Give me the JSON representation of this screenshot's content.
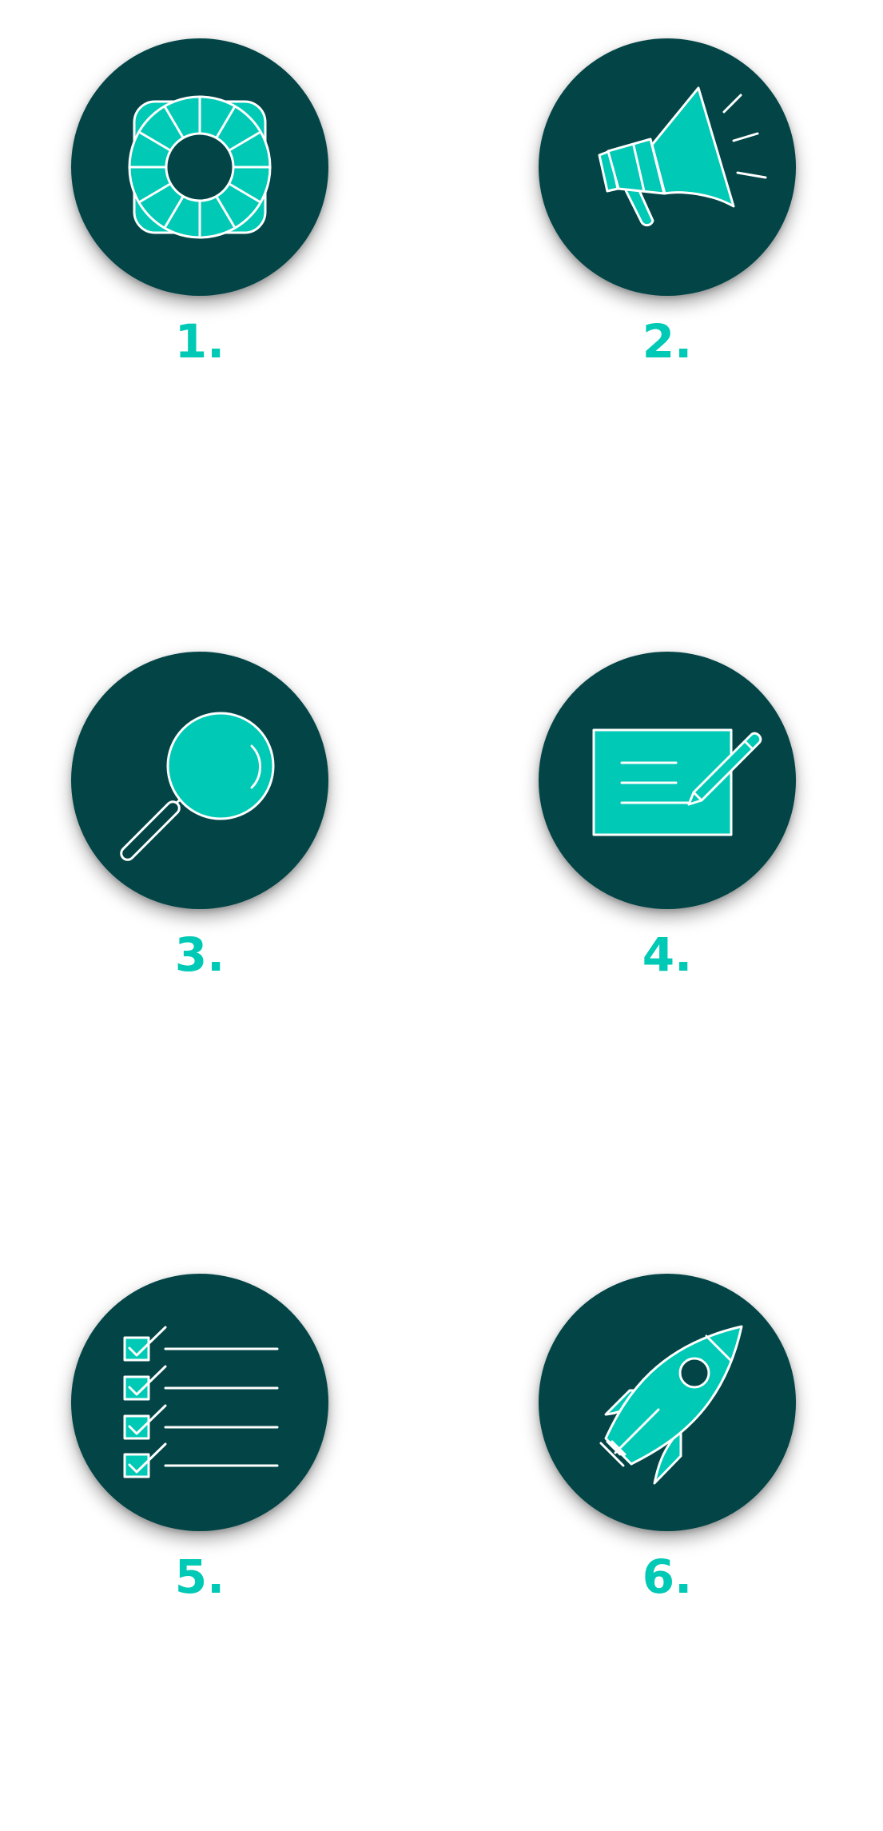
{
  "colors": {
    "circle": "#034547",
    "accent": "#00c9b5",
    "stroke": "#ffffff"
  },
  "steps": [
    {
      "number": "1.",
      "icon": "lifebuoy-icon"
    },
    {
      "number": "2.",
      "icon": "megaphone-icon"
    },
    {
      "number": "3.",
      "icon": "magnifying-glass-icon"
    },
    {
      "number": "4.",
      "icon": "document-pencil-icon"
    },
    {
      "number": "5.",
      "icon": "checklist-icon"
    },
    {
      "number": "6.",
      "icon": "rocket-icon"
    }
  ]
}
